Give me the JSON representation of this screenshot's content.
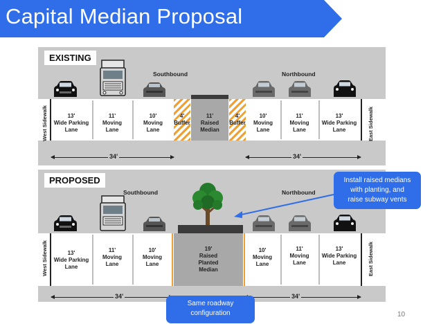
{
  "title": "Capital Median Proposal",
  "page_number": "10",
  "colors": {
    "banner": "#2f6ee8",
    "panel": "#c9c9c9",
    "buffer_hatch": "#f0a030",
    "callout": "#2f6ee8"
  },
  "existing": {
    "label": "EXISTING",
    "southbound": "Southbound",
    "northbound": "Northbound",
    "west_sidewalk": "West Sidewalk",
    "east_sidewalk": "East Sidewalk",
    "lanes": {
      "w_parking": [
        "13'",
        "Wide Parking",
        "Lane"
      ],
      "w_moving_1": [
        "11'",
        "Moving",
        "Lane"
      ],
      "w_moving_2": [
        "10'",
        "Moving",
        "Lane"
      ],
      "w_buffer": [
        "4'",
        "Buffer"
      ],
      "median": [
        "11'",
        "Raised",
        "Median"
      ],
      "e_buffer": [
        "4'",
        "Buffer"
      ],
      "e_moving_1": [
        "10'",
        "Moving",
        "Lane"
      ],
      "e_moving_2": [
        "11'",
        "Moving",
        "Lane"
      ],
      "e_parking": [
        "13'",
        "Wide Parking",
        "Lane"
      ]
    },
    "dim_left": "34'",
    "dim_right": "34'"
  },
  "proposed": {
    "label": "PROPOSED",
    "southbound": "Southbound",
    "northbound": "Northbound",
    "west_sidewalk": "West Sidewalk",
    "east_sidewalk": "East Sidewalk",
    "lanes": {
      "w_parking": [
        "13'",
        "Wide Parking",
        "Lane"
      ],
      "w_moving_1": [
        "11'",
        "Moving",
        "Lane"
      ],
      "w_moving_2": [
        "10'",
        "Moving",
        "Lane"
      ],
      "median": [
        "19'",
        "Raised",
        "Planted",
        "Median"
      ],
      "e_moving_1": [
        "10'",
        "Moving",
        "Lane"
      ],
      "e_moving_2": [
        "11'",
        "Moving",
        "Lane"
      ],
      "e_parking": [
        "13'",
        "Wide Parking",
        "Lane"
      ]
    },
    "dim_left": "34'",
    "dim_right": "34'"
  },
  "callouts": {
    "median_note": [
      "Install raised medians",
      "with planting, and",
      "raise subway vents"
    ],
    "roadway_note": [
      "Same roadway",
      "configuration"
    ]
  }
}
